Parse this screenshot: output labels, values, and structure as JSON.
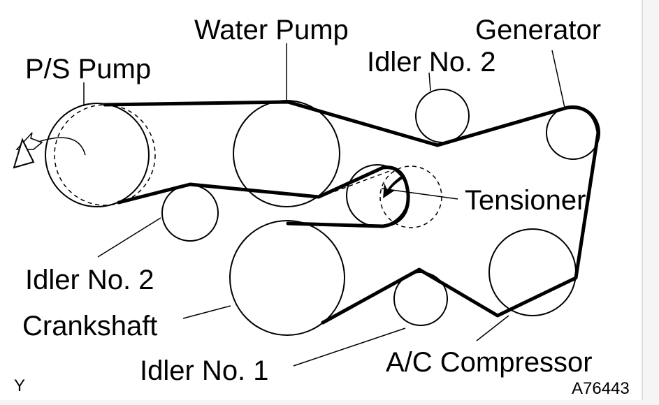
{
  "diagram": {
    "labels": {
      "water_pump": "Water Pump",
      "generator": "Generator",
      "idler_top": "Idler No. 2",
      "ps_pump": "P/S Pump",
      "tensioner": "Tensioner",
      "idler_left": "Idler No. 2",
      "crankshaft": "Crankshaft",
      "idler_bottom": "Idler No. 1",
      "ac_compressor": "A/C Compressor"
    },
    "corner_mark": "Y",
    "figure_id": "A76443",
    "colors": {
      "line": "#000000",
      "background": "#ffffff"
    },
    "icons": [
      "rotation-arrow-icon",
      "tensioner-arrow-icon"
    ]
  }
}
